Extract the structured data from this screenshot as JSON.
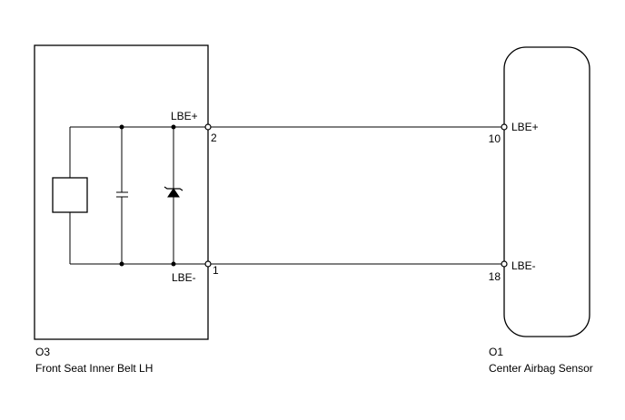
{
  "left_component": {
    "code": "O3",
    "name": "Front Seat Inner Belt LH",
    "pins": [
      {
        "label": "LBE+",
        "number": "2"
      },
      {
        "label": "LBE-",
        "number": "1"
      }
    ]
  },
  "right_component": {
    "code": "O1",
    "name": "Center Airbag Sensor",
    "pins": [
      {
        "label": "LBE+",
        "number": "10"
      },
      {
        "label": "LBE-",
        "number": "18"
      }
    ]
  }
}
